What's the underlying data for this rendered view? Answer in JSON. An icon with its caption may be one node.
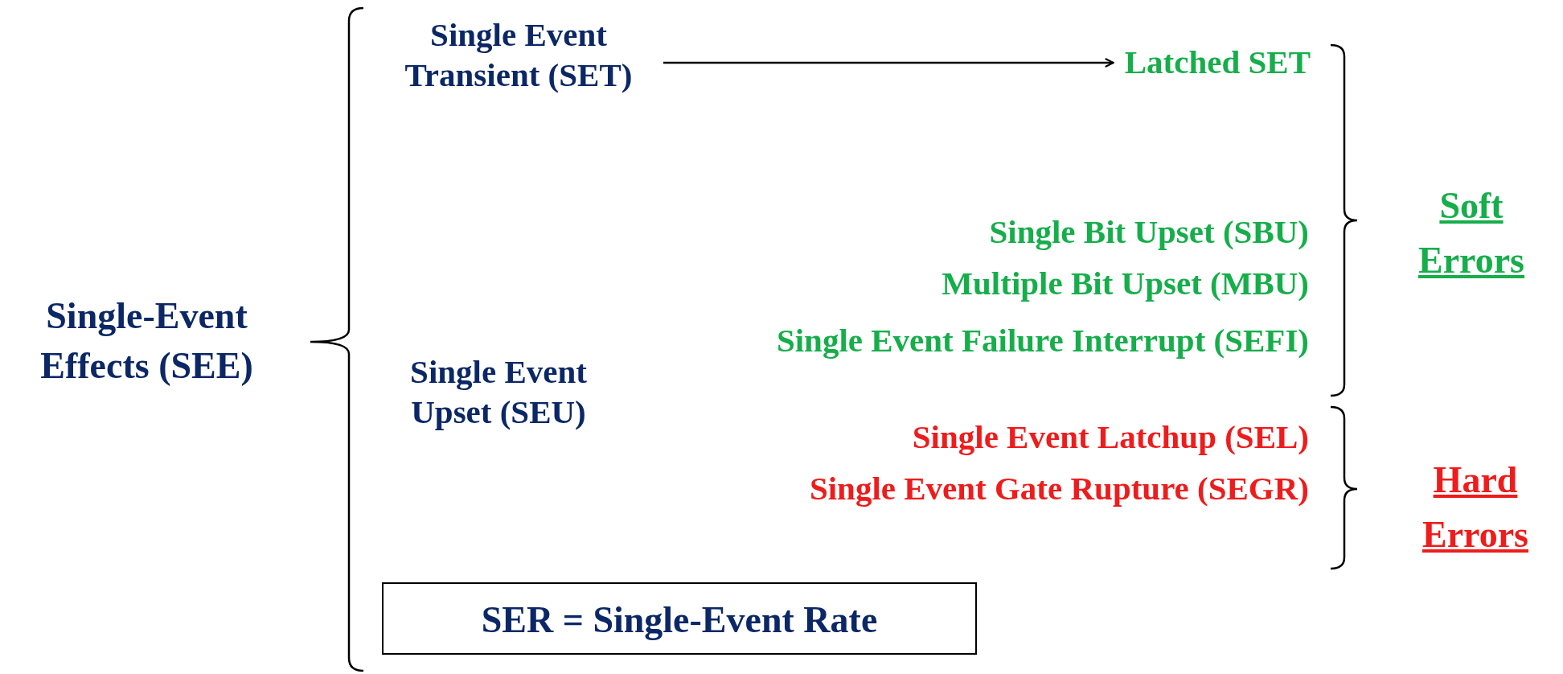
{
  "diagram": {
    "nodes": [
      {
        "text": [
          "Single Event Transient (SET)"
        ]
      },
      {
        "text": [
          "Latched SET"
        ]
      },
      {
        "text": [
          "SER = Single-Event Rate"
        ]
      }
    ],
    "edges": [
      {
        "from": 0,
        "to": 1,
        "arrow": "to"
      }
    ],
    "labels": [
      "Single-Event Effects (SEE)",
      "Single Event Upset (SEU)",
      "Single Bit Upset (SBU)",
      "Multiple Bit Upset (MBU)",
      "Single Event Failure Interrupt (SEFI)",
      "Single Event Latchup (SEL)",
      "Single Event Gate Rupture (SEGR)",
      "Soft Errors",
      "Hard Errors"
    ]
  }
}
